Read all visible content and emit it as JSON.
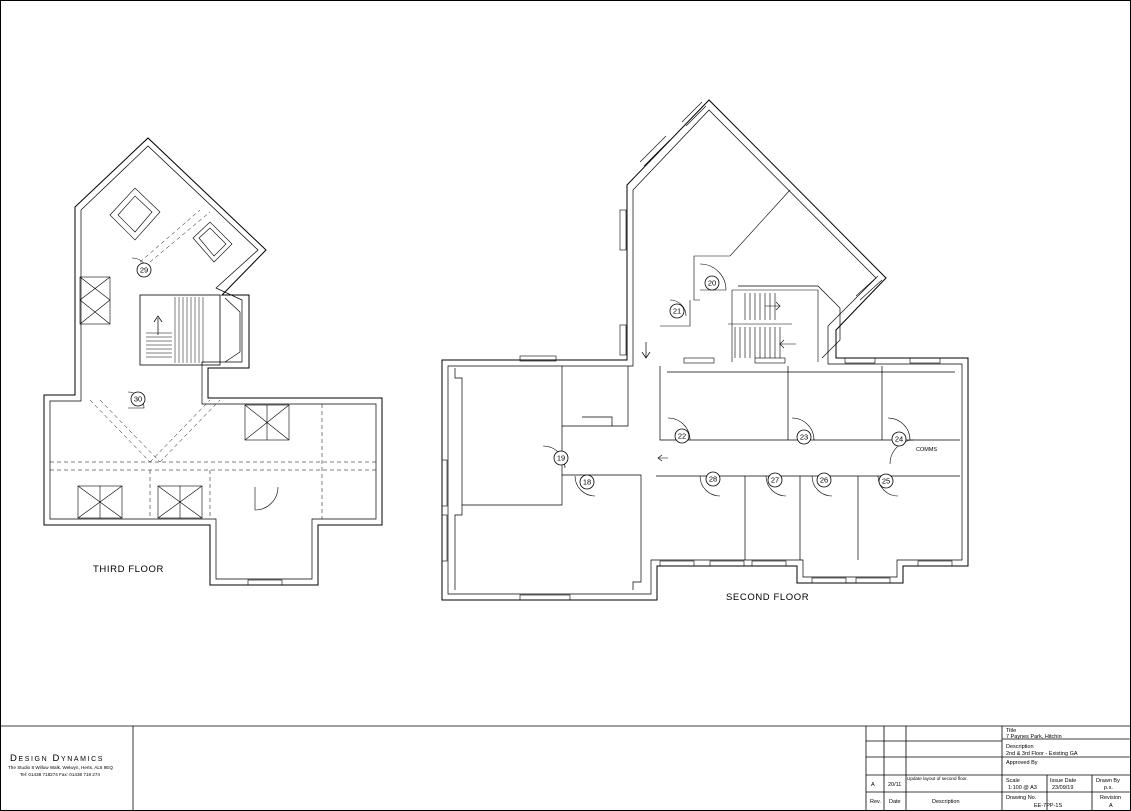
{
  "plans": {
    "third_floor_label": "THIRD FLOOR",
    "second_floor_label": "SECOND FLOOR",
    "comms_label": "COMMS"
  },
  "rooms": {
    "third": [
      "29",
      "30"
    ],
    "second": [
      "18",
      "19",
      "20",
      "21",
      "22",
      "23",
      "24",
      "25",
      "26",
      "27",
      "28"
    ]
  },
  "brand": {
    "name": "Design Dynamics",
    "address": "The Studio 8 Willow Walk, Welwyn, Herts. AL6 9EQ",
    "contact": "Tel: 01438 718274 Fax: 01438 718 274"
  },
  "title_block": {
    "title_label": "Title",
    "title_value": "7 Paynes Park, Hitchin",
    "description_label": "Description",
    "description_value": "2nd & 3rd Floor - Existing GA",
    "approved_label": "Approved By",
    "scale_label": "Scale",
    "scale_value": "1:100 @ A3",
    "issue_label": "Issue Date",
    "issue_value": "23/09/19",
    "drawn_label": "Drawn By",
    "drawn_value": "p.s.",
    "drawing_no_label": "Drawing No.",
    "drawing_no_value": "EE-7PP-1S",
    "revision_label": "Revision",
    "revision_value": "A"
  },
  "revisions": {
    "headers": {
      "rev": "Rev.",
      "date": "Date",
      "description": "Description"
    },
    "rows": [
      {
        "rev": "A",
        "date": "20/11",
        "description": "Update layout of second floor."
      }
    ]
  }
}
